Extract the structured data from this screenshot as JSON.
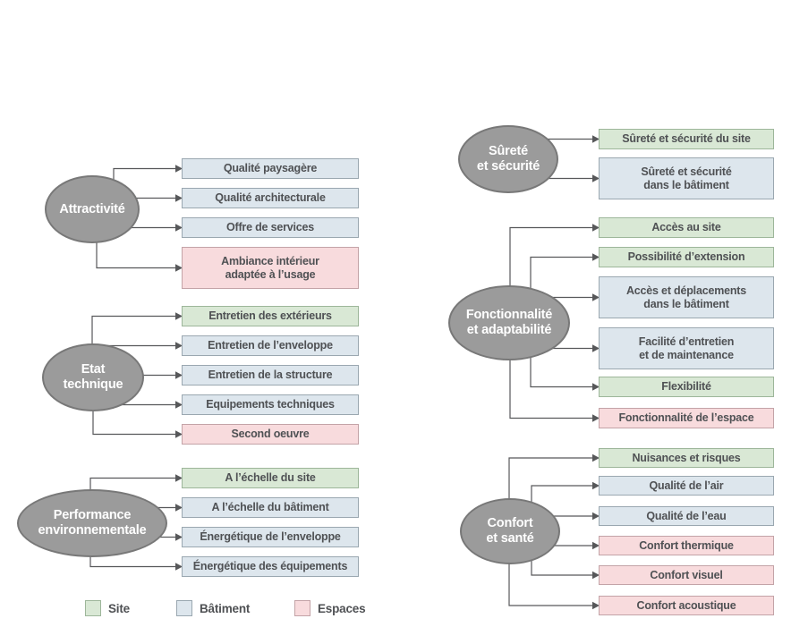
{
  "diagram": {
    "groups": [
      {
        "name": "Attractivité",
        "items": [
          {
            "label": "Qualité paysagère",
            "type": "batiment"
          },
          {
            "label": "Qualité architecturale",
            "type": "batiment"
          },
          {
            "label": "Offre de services",
            "type": "batiment"
          },
          {
            "label": "Ambiance intérieur\nadaptée à l’usage",
            "type": "espaces"
          }
        ]
      },
      {
        "name": "Etat\ntechnique",
        "items": [
          {
            "label": "Entretien des extérieurs",
            "type": "site"
          },
          {
            "label": "Entretien de l’enveloppe",
            "type": "batiment"
          },
          {
            "label": "Entretien de la structure",
            "type": "batiment"
          },
          {
            "label": "Equipements techniques",
            "type": "batiment"
          },
          {
            "label": "Second oeuvre",
            "type": "espaces"
          }
        ]
      },
      {
        "name": "Performance\nenvironnementale",
        "items": [
          {
            "label": "A l’échelle du site",
            "type": "site"
          },
          {
            "label": "A l’échelle du bâtiment",
            "type": "batiment"
          },
          {
            "label": "Énergétique de l’enveloppe",
            "type": "batiment"
          },
          {
            "label": "Énergétique des équipements",
            "type": "batiment"
          }
        ]
      },
      {
        "name": "Sûreté\net sécurité",
        "items": [
          {
            "label": "Sûreté et sécurité du site",
            "type": "site"
          },
          {
            "label": "Sûreté et sécurité\ndans le bâtiment",
            "type": "batiment"
          }
        ]
      },
      {
        "name": "Fonctionnalité\net adaptabilité",
        "items": [
          {
            "label": "Accès au site",
            "type": "site"
          },
          {
            "label": "Possibilité d’extension",
            "type": "site"
          },
          {
            "label": "Accès et déplacements\ndans le bâtiment",
            "type": "batiment"
          },
          {
            "label": "Facilité d’entretien\net de maintenance",
            "type": "batiment"
          },
          {
            "label": "Flexibilité",
            "type": "site"
          },
          {
            "label": "Fonctionnalité de l’espace",
            "type": "espaces"
          }
        ]
      },
      {
        "name": "Confort\net santé",
        "items": [
          {
            "label": "Nuisances et risques",
            "type": "site"
          },
          {
            "label": "Qualité de l’air",
            "type": "batiment"
          },
          {
            "label": "Qualité de l’eau",
            "type": "batiment"
          },
          {
            "label": "Confort thermique",
            "type": "espaces"
          },
          {
            "label": "Confort visuel",
            "type": "espaces"
          },
          {
            "label": "Confort acoustique",
            "type": "espaces"
          }
        ]
      }
    ],
    "legend": [
      {
        "label": "Site",
        "type": "site"
      },
      {
        "label": "Bâtiment",
        "type": "batiment"
      },
      {
        "label": "Espaces",
        "type": "espaces"
      }
    ],
    "colors": {
      "background": "#ffffff",
      "site_fill": "#d9e8d5",
      "site_border": "#9db69a",
      "batiment_fill": "#dde6ed",
      "batiment_border": "#9aa7b0",
      "espaces_fill": "#f8dbdd",
      "espaces_border": "#c3a3a7",
      "ellipse_fill": "#9b9b9b",
      "ellipse_border": "#787878",
      "connector": "#57585a",
      "box_text": "#4f5154"
    }
  }
}
